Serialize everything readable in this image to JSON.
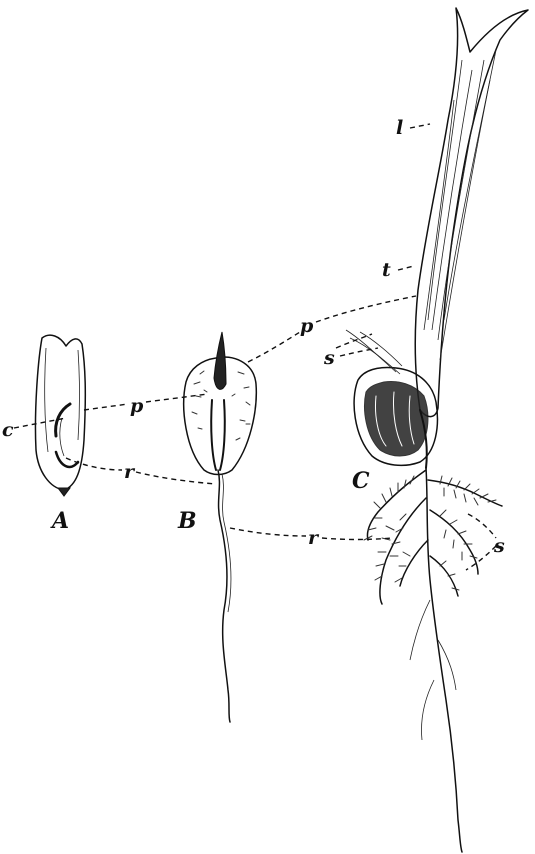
{
  "labels": {
    "panel_a": "A",
    "panel_b": "B",
    "panel_c": "C",
    "c": "c",
    "p_left": "p",
    "p_right": "p",
    "r_upper": "r",
    "r_lower": "r",
    "s_upper": "s",
    "s_lower": "s",
    "t": "t",
    "l": "l"
  },
  "colors": {
    "ink": "#111111",
    "paper": "#ffffff"
  }
}
